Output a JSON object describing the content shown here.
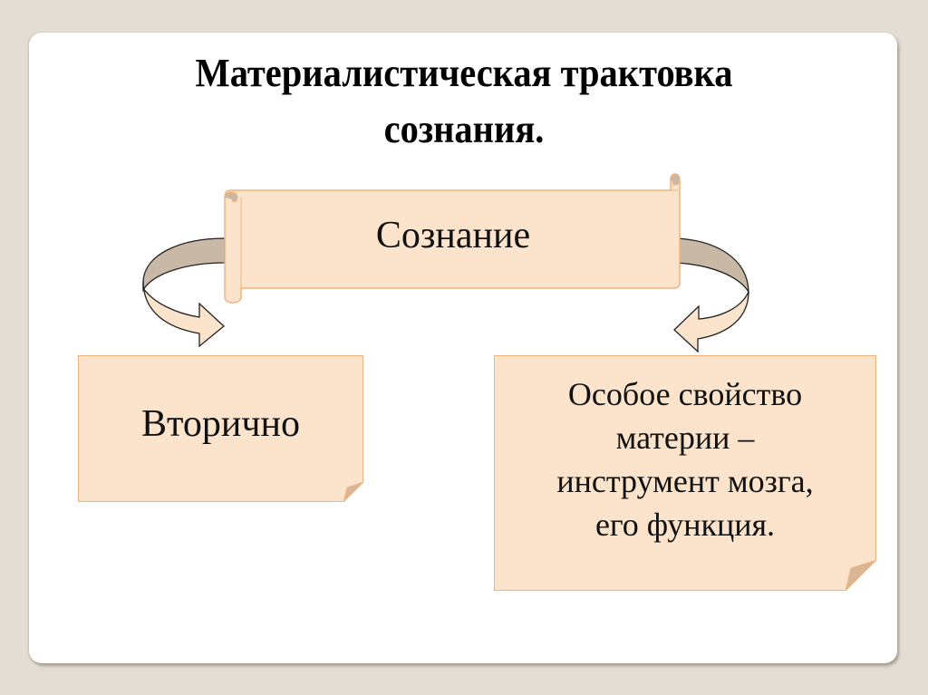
{
  "slide": {
    "title_line1": "Материалистическая трактовка",
    "title_line2": "сознания.",
    "central_node": {
      "label": "Сознание"
    },
    "left_node": {
      "label": "Вторично"
    },
    "right_node": {
      "lines": [
        "Особое свойство",
        "материи –",
        "инструмент мозга,",
        "его функция."
      ]
    },
    "arrows": [
      {
        "from": "Сознание",
        "to": "Вторично",
        "direction": "left-down"
      },
      {
        "from": "Сознание",
        "to": "Особое свойство материи – инструмент мозга, его функция.",
        "direction": "right-down"
      }
    ]
  },
  "colors": {
    "background": "#e3ddd3",
    "slide": "#ffffff",
    "box_fill": "#fce3cb",
    "box_border": "#f2b27c",
    "arrow_dark": "#c9b8a6",
    "arrow_light": "#fce3cb",
    "fold": "#d9b796"
  }
}
